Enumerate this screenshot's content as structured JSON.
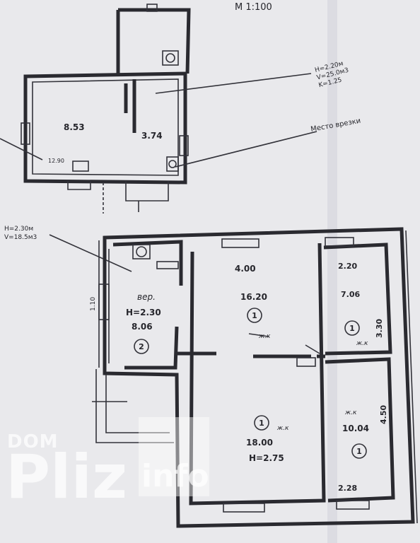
{
  "scale": "M 1:100",
  "annex": {
    "volume_lines": [
      "H=2.20м",
      "V=25.0м3",
      "K=1.25"
    ],
    "place_label": "Место врезки",
    "area_main": "8.53",
    "area_small": "3.74",
    "inner_note": "12.90"
  },
  "veranda_callout": [
    "H=2.30м",
    "V=18.5м3"
  ],
  "house": {
    "dim_top_mid": "4.00",
    "dim_top_right": "2.20",
    "dim_right_upper": "3.30",
    "dim_right_lower": "4.50",
    "dim_bottom_right": "2.28",
    "dim_left": "1.10",
    "veranda_name": "вер.",
    "veranda_height": "H=2.30",
    "veranda_area": "8.06",
    "veranda_num": "2",
    "room1_area": "16.20",
    "room1_num": "1",
    "room1_tag": "ж.к",
    "room2_area": "7.06",
    "room2_num": "1",
    "room2_tag": "ж.к",
    "room3_area": "18.00",
    "room3_height": "H=2.75",
    "room3_num": "1",
    "room3_tag": "ж.к",
    "room4_area": "10.04",
    "room4_num": "1",
    "room4_tag": "ж.к"
  },
  "watermark": {
    "line1": "DOM",
    "line2": "Pliz",
    "line3": "info"
  }
}
